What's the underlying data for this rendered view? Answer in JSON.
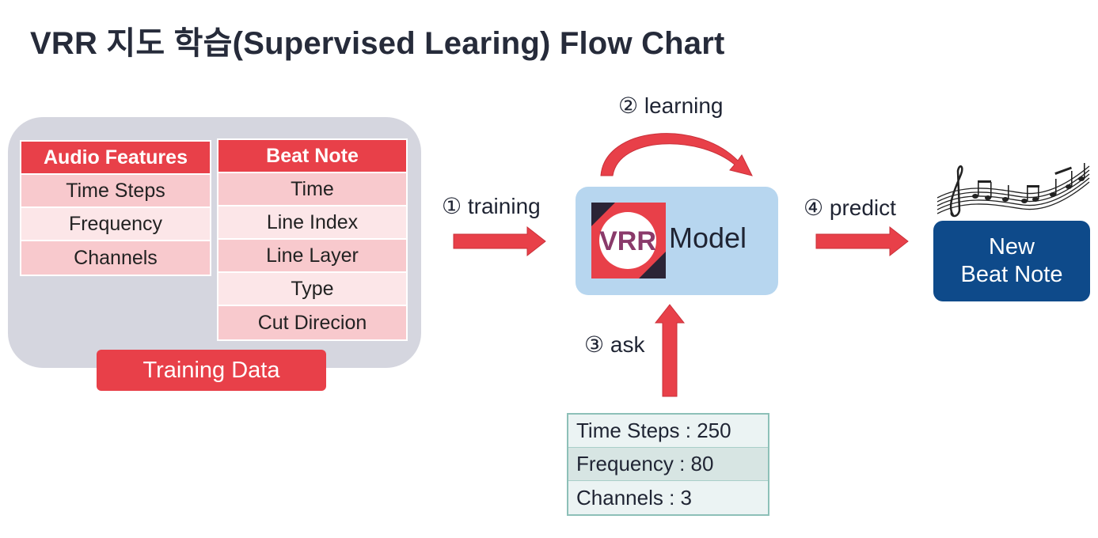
{
  "title": "VRR 지도 학습(Supervised Learing) Flow Chart",
  "training_data": {
    "button_label": "Training Data",
    "audio_features": {
      "header": "Audio Features",
      "items": [
        "Time Steps",
        "Frequency",
        "Channels"
      ]
    },
    "beat_note": {
      "header": "Beat Note",
      "items": [
        "Time",
        "Line Index",
        "Line Layer",
        "Type",
        "Cut Direcion"
      ]
    }
  },
  "steps": {
    "training": "① training",
    "learning": "② learning",
    "ask": "③ ask",
    "predict": "④ predict"
  },
  "model": {
    "logo_text": "VRR",
    "label": "Model"
  },
  "ask_input": [
    "Time Steps : 250",
    "Frequency : 80",
    "Channels : 3"
  ],
  "result": {
    "line1": "New",
    "line2": "Beat Note"
  },
  "colors": {
    "accent_red": "#e84049",
    "panel_gray": "#d5d6df",
    "model_blue": "#b7d6ef",
    "result_navy": "#0e4a8a"
  },
  "icons": [
    "arrow-right-icon",
    "curved-arrow-icon",
    "arrow-up-icon",
    "music-notes-icon",
    "vrr-logo-icon"
  ]
}
